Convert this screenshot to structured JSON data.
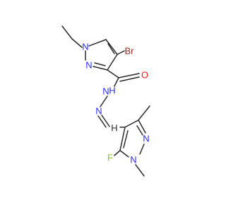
{
  "molecule": {
    "atoms": [
      {
        "id": "Br",
        "label": "Br",
        "color": "#8b2a1c"
      },
      {
        "id": "N1",
        "label": "N",
        "color": "#2c2cff"
      },
      {
        "id": "N2",
        "label": "N",
        "color": "#2c2cff"
      },
      {
        "id": "O",
        "label": "O",
        "color": "#ff1a1a"
      },
      {
        "id": "NH",
        "label": "H",
        "color": "#2c2cff"
      },
      {
        "id": "NHN",
        "label": "N",
        "color": "#2c2cff"
      },
      {
        "id": "N3",
        "label": "N",
        "color": "#2c2cff"
      },
      {
        "id": "HC",
        "label": "H",
        "color": "#2a2a2a"
      },
      {
        "id": "N4",
        "label": "N",
        "color": "#2c2cff"
      },
      {
        "id": "N5",
        "label": "N",
        "color": "#2c2cff"
      },
      {
        "id": "F",
        "label": "F",
        "color": "#8fbf3f"
      }
    ]
  }
}
